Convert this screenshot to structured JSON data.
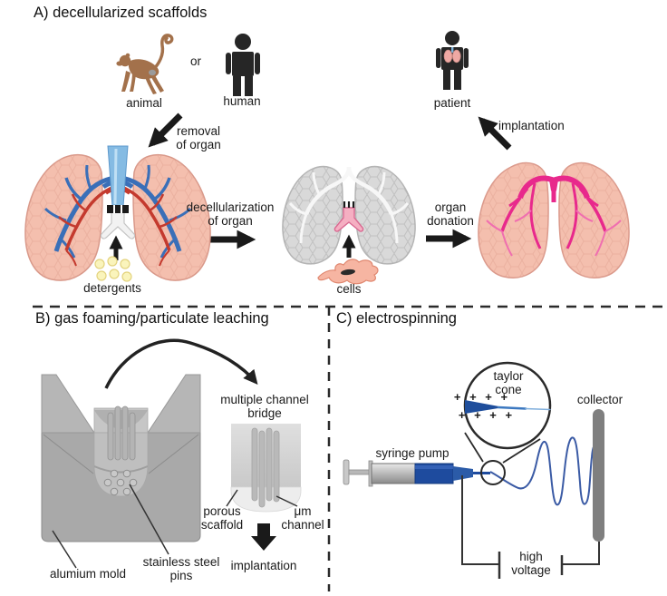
{
  "figure": {
    "a": {
      "title": "A) decellularized scaffolds",
      "or": "or",
      "animal": "animal",
      "human": "human",
      "patient": "patient",
      "removal_line1": "removal",
      "removal_line2": "of organ",
      "implantation": "implantation",
      "decell_line1": "decellularization",
      "decell_line2": "of organ",
      "donation_line1": "organ",
      "donation_line2": "donation",
      "detergents": "detergents",
      "cells": "cells"
    },
    "b": {
      "title": "B) gas foaming/particulate leaching",
      "bridge_line1": "multiple channel",
      "bridge_line2": "bridge",
      "porous_line1": "porous",
      "porous_line2": "scaffold",
      "channel_line1": "μm",
      "channel_line2": "channel",
      "implantation": "implantation",
      "mold": "alumium mold",
      "pins_line1": "stainless steel",
      "pins_line2": "pins"
    },
    "c": {
      "title": "C) electrospinning",
      "taylor_line1": "taylor",
      "taylor_line2": "cone",
      "plus_top": "+ + + +",
      "plus_bottom": "+ + + +",
      "collector": "collector",
      "syringe_pump": "syringe pump",
      "hv_line1": "high",
      "hv_line2": "voltage"
    },
    "colors": {
      "monkey_brown": "#A3714B",
      "figure_black": "#262626",
      "lung_pink": "#F4BFAE",
      "lung_gray": "#D9D9D9",
      "vessel_blue": "#3A6FB8",
      "vessel_red": "#C43A2E",
      "vessel_magenta": "#E8298C",
      "trachea_blue": "#85BBE3",
      "detergent_yellow": "#FAF4BC",
      "polymer_blue": "#1F4E9C",
      "collector_gray": "#7F7F7F"
    }
  }
}
